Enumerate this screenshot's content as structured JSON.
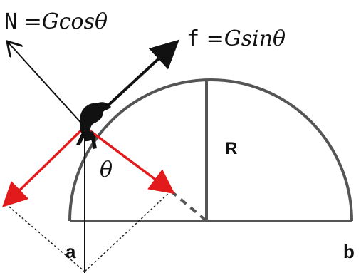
{
  "labels": {
    "normal_force": {
      "symbol": "N",
      "expression": "=Gcosθ"
    },
    "friction_force": {
      "symbol": "f",
      "expression": "=Gsinθ"
    },
    "angle": "θ",
    "radius": "R",
    "point_a": "a",
    "point_b": "b"
  },
  "colors": {
    "shape": "#555555",
    "force": "#111111",
    "gravity_components": "#e31a1c",
    "guides": "#222222",
    "figure": "#111111"
  }
}
